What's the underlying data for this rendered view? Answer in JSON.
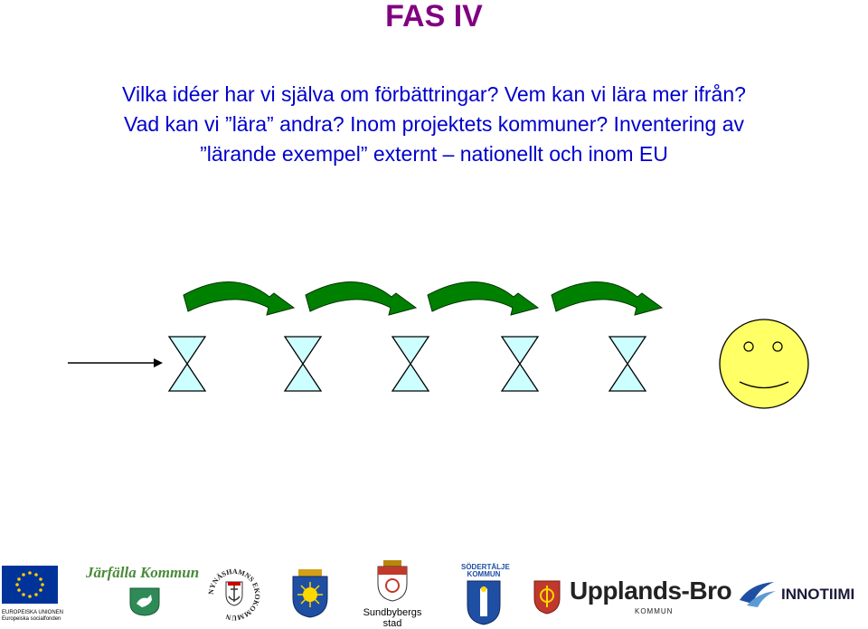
{
  "slide": {
    "title": "FAS IV",
    "lines": [
      "Vilka idéer har vi själva om förbättringar? Vem kan vi lära mer ifrån?",
      "Vad kan vi ”lära” andra?  Inom projektets kommuner? Inventering av",
      "”lärande exempel” externt – nationellt och inom EU"
    ]
  },
  "colors": {
    "title": "#800080",
    "text": "#0000cc",
    "arrow_fill": "#008000",
    "hourglass_fill": "#ccffff",
    "smiley_fill": "#ffff66"
  },
  "logos": {
    "eu_line1": "EUROPEISKA UNIONEN",
    "eu_line2": "Europeiska socialfonden",
    "jarfalla": "Järfälla Kommun",
    "nynashamn": "NYNÄSHAMNS EKOKOMMUN",
    "sundbyberg_line1": "Sundbybergs",
    "sundbyberg_line2": "stad",
    "sodertalje_line1": "SÖDERTÄLJE",
    "sodertalje_line2": "KOMMUN",
    "upplands_bro": "Upplands-Bro",
    "upplands_bro_sub": "KOMMUN",
    "innotiimi": "INNOTIIMI"
  }
}
